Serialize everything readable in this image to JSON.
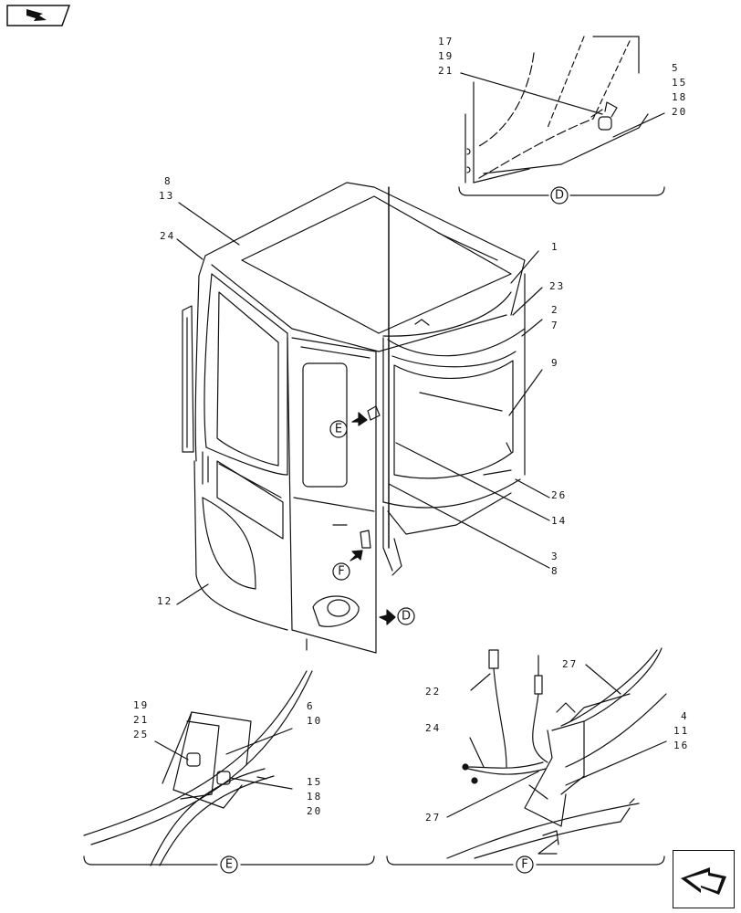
{
  "views": {
    "detail_d": "D",
    "detail_e": "E",
    "detail_f": "F"
  },
  "callouts": {
    "main_8_13": [
      "8",
      "13"
    ],
    "main_24": [
      "24"
    ],
    "main_1": [
      "1"
    ],
    "main_23": [
      "23"
    ],
    "main_2_7": [
      "2",
      "7"
    ],
    "main_9": [
      "9"
    ],
    "main_26": [
      "26"
    ],
    "main_14": [
      "14"
    ],
    "main_3_8": [
      "3",
      "8"
    ],
    "main_12": [
      "12"
    ],
    "d_17_19_21": [
      "17",
      "19",
      "21"
    ],
    "d_5_15_18_20": [
      "5",
      "15",
      "18",
      "20"
    ],
    "e_19_21_25": [
      "19",
      "21",
      "25"
    ],
    "e_6_10": [
      "6",
      "10"
    ],
    "e_15_18_20": [
      "15",
      "18",
      "20"
    ],
    "f_22": [
      "22"
    ],
    "f_27_top": [
      "27"
    ],
    "f_24": [
      "24"
    ],
    "f_4_11_16": [
      "4",
      "11",
      "16"
    ],
    "f_27_bottom": [
      "27"
    ]
  },
  "icons": {
    "back": "back-arrow-icon",
    "forward": "forward-arrow-icon"
  }
}
